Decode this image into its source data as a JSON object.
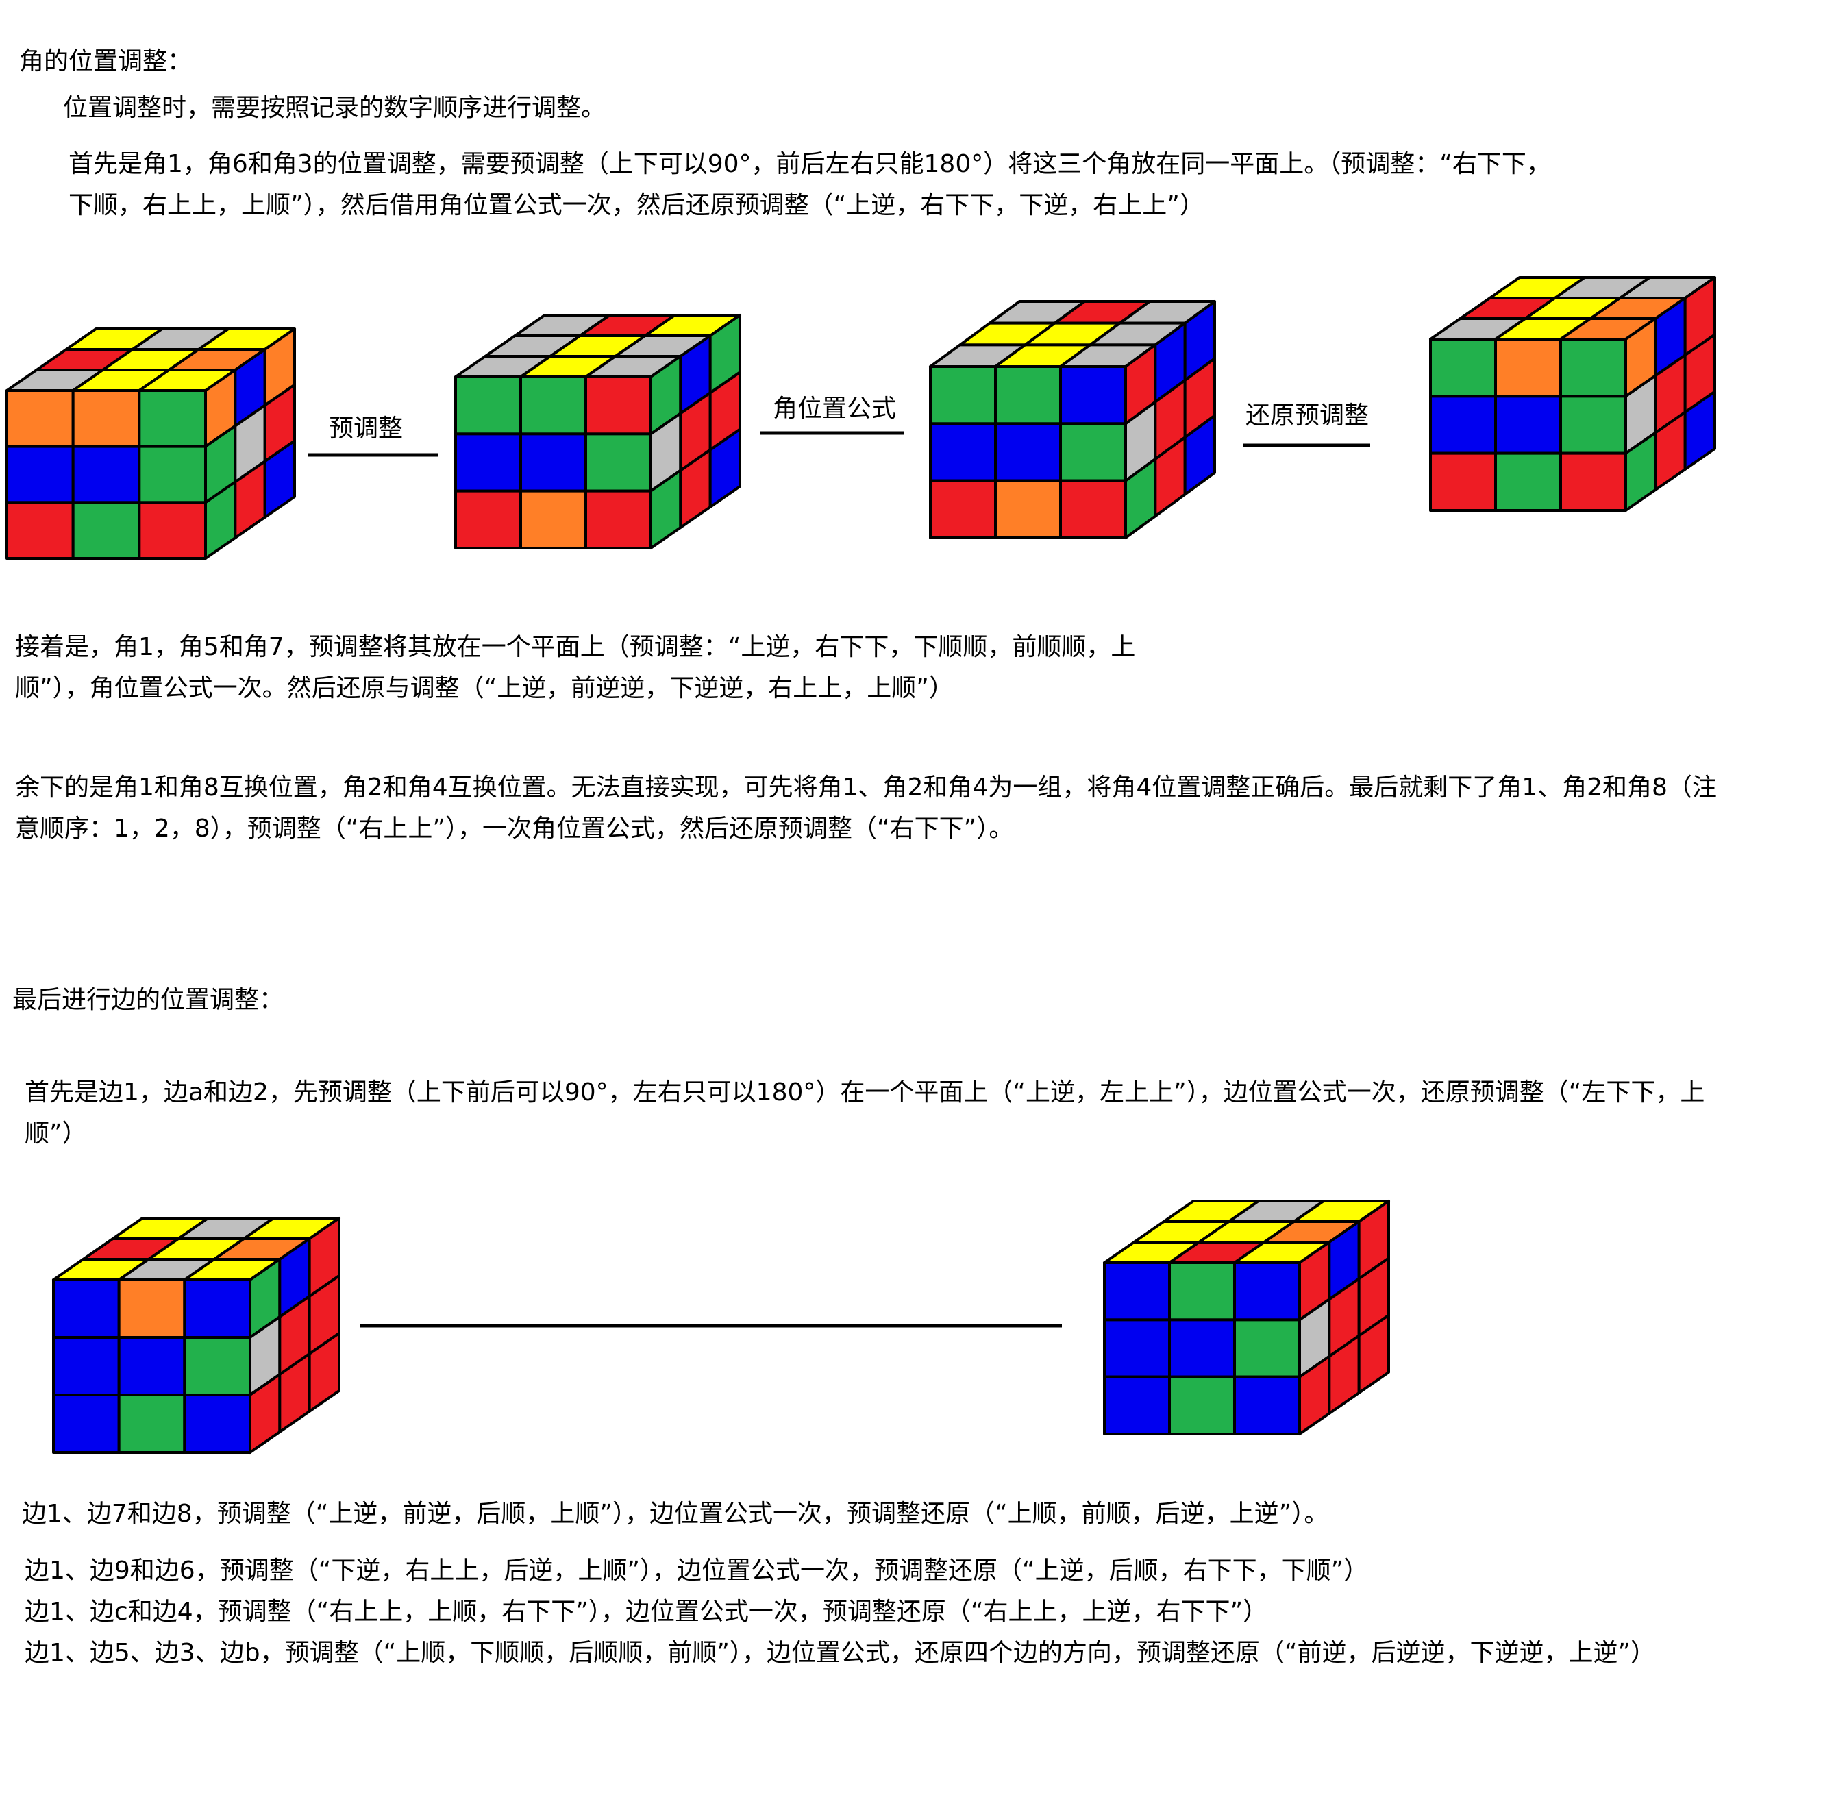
{
  "colors": {
    "Y": "#ffff00",
    "G": "#bfbfbf",
    "R": "#ee1c24",
    "O": "#ff7f27",
    "B": "#0000f0",
    "N": "#22b14c"
  },
  "text": {
    "h1": "角的位置调整：",
    "p1": "位置调整时，需要按照记录的数字顺序进行调整。",
    "p2a": "首先是角1，角6和角3的位置调整，需要预调整（上下可以90°，前后左右只能180°）将这三个角放在同一平面上。（预调整：“右下下，",
    "p2b": "下顺，右上上，上顺”），然后借用角位置公式一次，然后还原预调整（“上逆，右下下，下逆，右上上”）",
    "p3a": "接着是，角1，角5和角7，预调整将其放在一个平面上（预调整：“上逆，右下下，下顺顺，前顺顺，上",
    "p3b": "顺”），角位置公式一次。然后还原与调整（“上逆，前逆逆，下逆逆，右上上，上顺”）",
    "p4a": "余下的是角1和角8互换位置，角2和角4互换位置。无法直接实现，可先将角1、角2和角4为一组，将角4位置调整正确后。最后就剩下了角1、角2和角8（注",
    "p4b": "意顺序：1，2，8），预调整（“右上上”），一次角位置公式，然后还原预调整（“右下下”）。",
    "h2": "最后进行边的位置调整：",
    "p5a": "首先是边1，边a和边2，先预调整（上下前后可以90°，左右只可以180°）在一个平面上（“上逆，左上上”），边位置公式一次，还原预调整（“左下下，上",
    "p5b": "顺”）",
    "p6": "边1、边7和边8，预调整（“上逆，前逆，后顺，上顺”），边位置公式一次，预调整还原（“上顺，前顺，后逆，上逆”）。",
    "p7": "边1、边9和边6，预调整（“下逆，右上上，后逆，上顺”），边位置公式一次，预调整还原（“上逆，后顺，右下下，下顺”）",
    "p8": "边1、边c和边4，预调整（“右上上，上顺，右下下”），边位置公式一次，预调整还原（“右上上，上逆，右下下”）",
    "p9": "边1、边5、边3、边b，预调整（“上顺，下顺顺，后顺顺，前顺”），边位置公式，还原四个边的方向，预调整还原（“前逆，后逆逆，下逆逆，上逆”）"
  },
  "arrows": {
    "a1": "预调整",
    "a2": "角位置公式",
    "a3": "还原预调整"
  },
  "cubes": [
    {
      "name": "cube-1-initial",
      "top": [
        [
          "Y",
          "G",
          "Y"
        ],
        [
          "R",
          "Y",
          "O"
        ],
        [
          "G",
          "Y",
          "Y"
        ]
      ],
      "front": [
        [
          "O",
          "O",
          "N"
        ],
        [
          "B",
          "B",
          "N"
        ],
        [
          "R",
          "N",
          "R"
        ]
      ],
      "right": [
        [
          "O",
          "B",
          "O"
        ],
        [
          "N",
          "G",
          "R"
        ],
        [
          "N",
          "R",
          "B"
        ]
      ]
    },
    {
      "name": "cube-2-after-pre-adjust",
      "top": [
        [
          "G",
          "R",
          "Y"
        ],
        [
          "G",
          "Y",
          "G"
        ],
        [
          "G",
          "Y",
          "G"
        ]
      ],
      "front": [
        [
          "N",
          "N",
          "R"
        ],
        [
          "B",
          "B",
          "N"
        ],
        [
          "R",
          "O",
          "R"
        ]
      ],
      "right": [
        [
          "N",
          "B",
          "N"
        ],
        [
          "G",
          "R",
          "R"
        ],
        [
          "N",
          "R",
          "B"
        ]
      ]
    },
    {
      "name": "cube-3-after-corner-formula",
      "top": [
        [
          "G",
          "R",
          "G"
        ],
        [
          "Y",
          "Y",
          "G"
        ],
        [
          "G",
          "Y",
          "G"
        ]
      ],
      "front": [
        [
          "N",
          "N",
          "B"
        ],
        [
          "B",
          "B",
          "N"
        ],
        [
          "R",
          "O",
          "R"
        ]
      ],
      "right": [
        [
          "R",
          "B",
          "B"
        ],
        [
          "G",
          "R",
          "R"
        ],
        [
          "N",
          "R",
          "B"
        ]
      ]
    },
    {
      "name": "cube-4-restored",
      "top": [
        [
          "Y",
          "G",
          "G"
        ],
        [
          "R",
          "Y",
          "O"
        ],
        [
          "G",
          "Y",
          "O"
        ]
      ],
      "front": [
        [
          "N",
          "O",
          "N"
        ],
        [
          "B",
          "B",
          "N"
        ],
        [
          "R",
          "N",
          "R"
        ]
      ],
      "right": [
        [
          "O",
          "B",
          "R"
        ],
        [
          "G",
          "R",
          "R"
        ],
        [
          "N",
          "R",
          "B"
        ]
      ]
    },
    {
      "name": "cube-5-edge-initial",
      "top": [
        [
          "Y",
          "G",
          "Y"
        ],
        [
          "R",
          "Y",
          "O"
        ],
        [
          "Y",
          "G",
          "Y"
        ]
      ],
      "front": [
        [
          "B",
          "O",
          "B"
        ],
        [
          "B",
          "B",
          "N"
        ],
        [
          "B",
          "N",
          "B"
        ]
      ],
      "right": [
        [
          "N",
          "B",
          "R"
        ],
        [
          "G",
          "R",
          "R"
        ],
        [
          "R",
          "R",
          "R"
        ]
      ]
    },
    {
      "name": "cube-6-edge-result",
      "top": [
        [
          "Y",
          "G",
          "Y"
        ],
        [
          "Y",
          "Y",
          "O"
        ],
        [
          "Y",
          "R",
          "Y"
        ]
      ],
      "front": [
        [
          "B",
          "N",
          "B"
        ],
        [
          "B",
          "B",
          "N"
        ],
        [
          "B",
          "N",
          "B"
        ]
      ],
      "right": [
        [
          "R",
          "B",
          "R"
        ],
        [
          "G",
          "R",
          "R"
        ],
        [
          "R",
          "R",
          "R"
        ]
      ]
    }
  ]
}
